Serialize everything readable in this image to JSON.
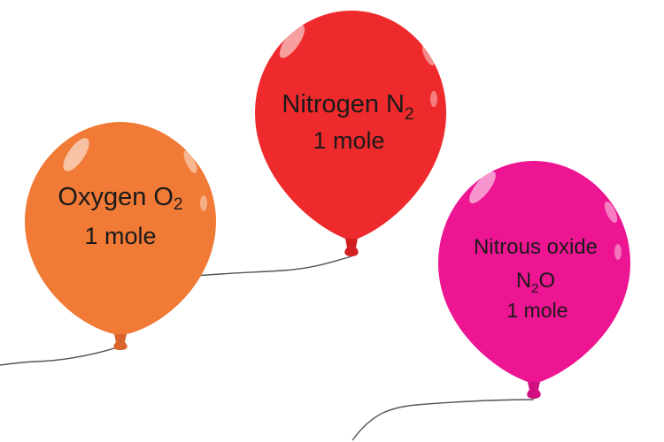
{
  "balloons": [
    {
      "id": "oxygen",
      "name": "Oxygen O",
      "subscript": "2",
      "amount": "1 mole",
      "color": "#F07A36",
      "shade": "#D9652A"
    },
    {
      "id": "nitrogen",
      "name": "Nitrogen N",
      "subscript": "2",
      "amount": "1 mole",
      "color": "#EE2A2C",
      "shade": "#D41F22"
    },
    {
      "id": "nitrous-oxide",
      "name": "Nitrous oxide",
      "formula_pre": "N",
      "subscript": "2",
      "formula_post": "O",
      "amount": "1 mole",
      "color": "#EE1593",
      "shade": "#D20F80"
    }
  ],
  "colors": {
    "string": "#555555",
    "highlight": "#ffffff",
    "text": "#1a1a1a"
  }
}
